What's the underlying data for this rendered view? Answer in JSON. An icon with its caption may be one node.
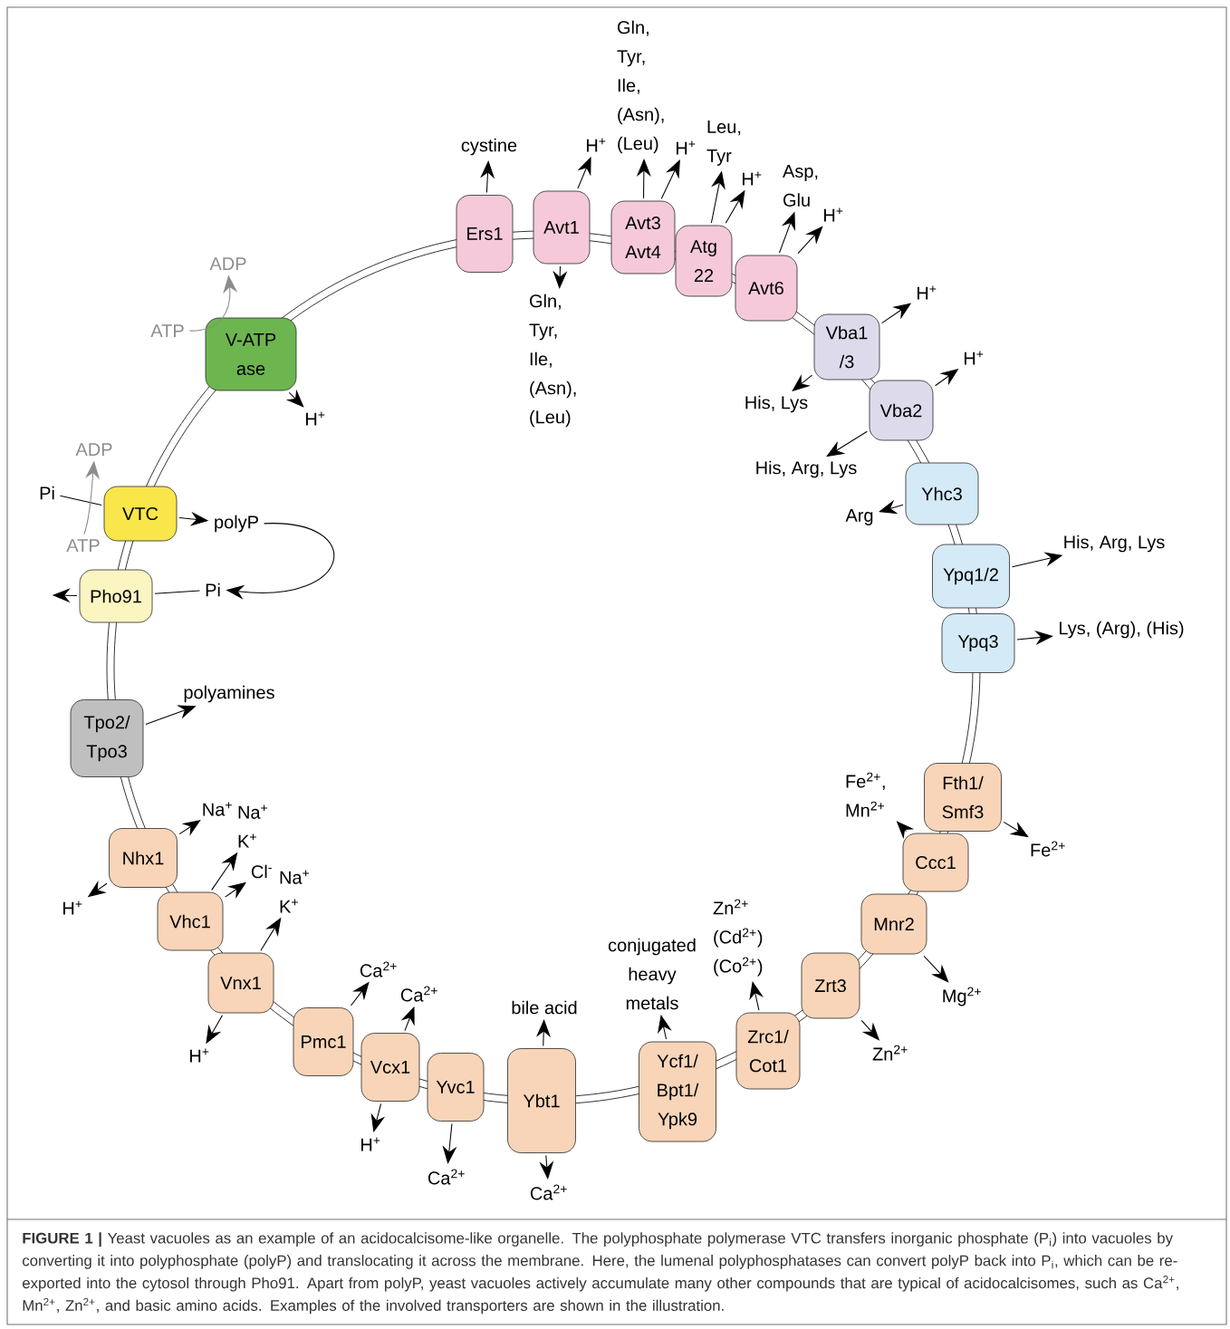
{
  "diagram": {
    "caption": "**FIGURE 1 |** Yeast vacuoles as an example of an acidocalcisome-like organelle. The polyphosphate polymerase VTC transfers inorganic phosphate (P$_{i}$) into vacuoles by converting it into polyphosphate (polyP) and translocating it across the membrane. Here, the lumenal polyphosphatases can convert polyP back into P$_{i}$, which can be re-exported into the cytosol through Pho91. Apart from polyP, yeast vacuoles actively accumulate many other compounds that are typical of acidocalcisomes, such as Ca$^{2+}$, Mn$^{2+}$, Zn$^{2+}$, and basic amino acids. Examples of the involved transporters are shown in the illustration.",
    "nodes": [
      {
        "text": [
          "V-ATP ase"
        ]
      },
      {
        "text": [
          "VTC"
        ]
      },
      {
        "text": [
          "Pho91"
        ]
      },
      {
        "text": [
          "Tpo2/ Tpo3"
        ]
      },
      {
        "text": [
          "Nhx1"
        ]
      },
      {
        "text": [
          "Vhc1"
        ]
      },
      {
        "text": [
          "Vnx1"
        ]
      },
      {
        "text": [
          "Pmc1"
        ]
      },
      {
        "text": [
          "Vcx1"
        ]
      },
      {
        "text": [
          "Yvc1"
        ]
      },
      {
        "text": [
          "Ybt1"
        ]
      },
      {
        "text": [
          "Ycf1/ Bpt1/ Ypk9"
        ]
      },
      {
        "text": [
          "Zrc1/ Cot1"
        ]
      },
      {
        "text": [
          "Zrt3"
        ]
      },
      {
        "text": [
          "Mnr2"
        ]
      },
      {
        "text": [
          "Ccc1"
        ]
      },
      {
        "text": [
          "Fth1/ Smf3"
        ]
      },
      {
        "text": [
          "Ypq3"
        ]
      },
      {
        "text": [
          "Ypq1/2"
        ]
      },
      {
        "text": [
          "Yhc3"
        ]
      },
      {
        "text": [
          "Vba2"
        ]
      },
      {
        "text": [
          "Vba1 /3"
        ]
      },
      {
        "text": [
          "Avt6"
        ]
      },
      {
        "text": [
          "Atg 22"
        ]
      },
      {
        "text": [
          "Avt3 Avt4"
        ]
      },
      {
        "text": [
          "Avt1"
        ]
      },
      {
        "text": [
          "Ers1"
        ]
      },
      {
        "text": [
          "cystine"
        ]
      },
      {
        "text": [
          "H$^{+}$"
        ]
      },
      {
        "text": [
          "Gln, Tyr, Ile, (Asn), (Leu)"
        ]
      },
      {
        "text": [
          "Gln, Tyr, Ile, (Asn), (Leu)"
        ]
      },
      {
        "text": [
          "H$^{+}$"
        ]
      },
      {
        "text": [
          "Leu, Tyr"
        ]
      },
      {
        "text": [
          "H$^{+}$"
        ]
      },
      {
        "text": [
          "Asp, Glu"
        ]
      },
      {
        "text": [
          "H$^{+}$"
        ]
      },
      {
        "text": [
          "H$^{+}$"
        ]
      },
      {
        "text": [
          "His, Lys"
        ]
      },
      {
        "text": [
          "H$^{+}$"
        ]
      },
      {
        "text": [
          "His, Arg, Lys"
        ]
      },
      {
        "text": [
          "Arg"
        ]
      },
      {
        "text": [
          "His, Arg, Lys"
        ]
      },
      {
        "text": [
          "Lys, (Arg), (His)"
        ]
      },
      {
        "text": [
          "Fe$^{2+}$, Mn$^{2+}$"
        ]
      },
      {
        "text": [
          "Fe$^{2+}$"
        ]
      },
      {
        "text": [
          "Mg$^{2+}$"
        ]
      },
      {
        "text": [
          "Zn$^{2+}$"
        ]
      },
      {
        "text": [
          "Zn$^{2+}$ (Cd$^{2+}$) (Co$^{2+}$)"
        ]
      },
      {
        "text": [
          "conjugated heavy metals"
        ]
      },
      {
        "text": [
          "bile acid"
        ]
      },
      {
        "text": [
          "Ca$^{2+}$"
        ]
      },
      {
        "text": [
          "Ca$^{2+}$"
        ]
      },
      {
        "text": [
          "Ca$^{2+}$"
        ]
      },
      {
        "text": [
          "H$^{+}$"
        ]
      },
      {
        "text": [
          "Ca$^{2+}$"
        ]
      },
      {
        "text": [
          "Na$^{+}$ K$^{+}$"
        ]
      },
      {
        "text": [
          "H$^{+}$"
        ]
      },
      {
        "text": [
          "Na$^{+}$ K$^{+}$"
        ]
      },
      {
        "text": [
          "Cl$^{-}$"
        ]
      },
      {
        "text": [
          "Na$^{+}$"
        ]
      },
      {
        "text": [
          "H$^{+}$"
        ]
      },
      {
        "text": [
          "polyamines"
        ]
      },
      {
        "text": [
          "Pi"
        ]
      },
      {
        "text": [
          "polyP"
        ]
      },
      {
        "text": [
          "Pi"
        ]
      },
      {
        "text": [
          "ATP"
        ]
      },
      {
        "text": [
          "ADP"
        ]
      },
      {
        "text": [
          "ATP"
        ]
      },
      {
        "text": [
          "ADP"
        ]
      },
      {
        "text": [
          "H$^{+}$"
        ]
      }
    ],
    "edges": [
      {
        "from": 26,
        "to": 27,
        "arrow": "to"
      },
      {
        "from": 25,
        "to": 28,
        "arrow": "to"
      },
      {
        "from": 25,
        "to": 29,
        "arrow": "to"
      },
      {
        "from": 24,
        "to": 30,
        "arrow": "to"
      },
      {
        "from": 24,
        "to": 31,
        "arrow": "to"
      },
      {
        "from": 23,
        "to": 32,
        "arrow": "to"
      },
      {
        "from": 23,
        "to": 33,
        "arrow": "to"
      },
      {
        "from": 22,
        "to": 34,
        "arrow": "to"
      },
      {
        "from": 22,
        "to": 35,
        "arrow": "to"
      },
      {
        "from": 21,
        "to": 36,
        "arrow": "to"
      },
      {
        "from": 21,
        "to": 37,
        "arrow": "to"
      },
      {
        "from": 20,
        "to": 38,
        "arrow": "to"
      },
      {
        "from": 20,
        "to": 39,
        "arrow": "to"
      },
      {
        "from": 19,
        "to": 40,
        "arrow": "to"
      },
      {
        "from": 18,
        "to": 41,
        "arrow": "to"
      },
      {
        "from": 17,
        "to": 42,
        "arrow": "to"
      },
      {
        "from": 15,
        "to": 43,
        "arrow": "to"
      },
      {
        "from": 16,
        "to": 44,
        "arrow": "to"
      },
      {
        "from": 14,
        "to": 45,
        "arrow": "to"
      },
      {
        "from": 13,
        "to": 46,
        "arrow": "to"
      },
      {
        "from": 12,
        "to": 47,
        "arrow": "to"
      },
      {
        "from": 11,
        "to": 48,
        "arrow": "to"
      },
      {
        "from": 10,
        "to": 49,
        "arrow": "to"
      },
      {
        "from": 10,
        "to": 50,
        "arrow": "to"
      },
      {
        "from": 9,
        "to": 51,
        "arrow": "to"
      },
      {
        "from": 8,
        "to": 52,
        "arrow": "to"
      },
      {
        "from": 8,
        "to": 53,
        "arrow": "to"
      },
      {
        "from": 7,
        "to": 54,
        "arrow": "to"
      },
      {
        "from": 6,
        "to": 55,
        "arrow": "to"
      },
      {
        "from": 6,
        "to": 56,
        "arrow": "to"
      },
      {
        "from": 5,
        "to": 57,
        "arrow": "to"
      },
      {
        "from": 5,
        "to": 58,
        "arrow": "to"
      },
      {
        "from": 4,
        "to": 59,
        "arrow": "to"
      },
      {
        "from": 4,
        "to": 60,
        "arrow": "to"
      },
      {
        "from": 3,
        "to": 61,
        "arrow": "to"
      },
      {
        "from": 62,
        "to": 2,
        "arrow": "none"
      },
      {
        "from": 2,
        "to": null,
        "arrow": "to"
      },
      {
        "from": 63,
        "to": 62,
        "arrow": "to"
      },
      {
        "from": 1,
        "to": 63,
        "arrow": "to"
      },
      {
        "from": 64,
        "to": 1,
        "arrow": "none"
      },
      {
        "from": 65,
        "to": 66,
        "arrow": "to",
        "color": "#8c8c8c"
      },
      {
        "from": 67,
        "to": 68,
        "arrow": "to",
        "color": "#8c8c8c"
      },
      {
        "from": 0,
        "to": 69,
        "arrow": "to"
      }
    ]
  }
}
